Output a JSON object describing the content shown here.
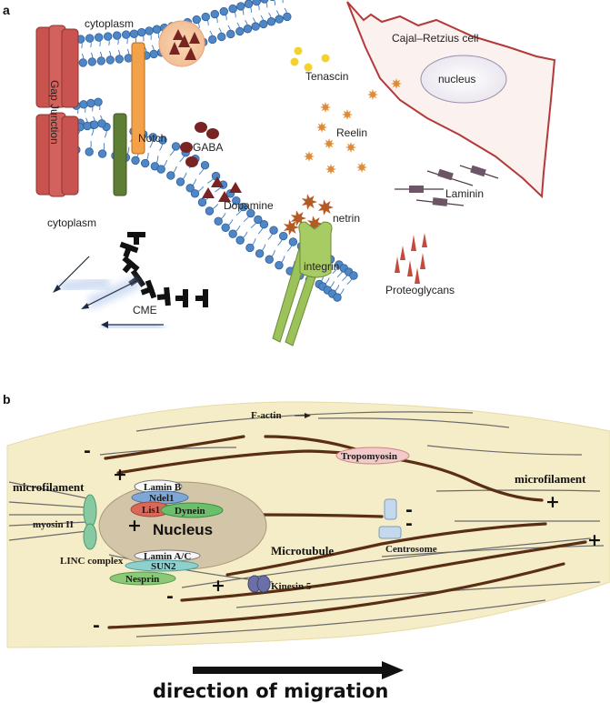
{
  "panel_a": {
    "letter": "a",
    "labels": {
      "cytoplasm_top": "cytoplasm",
      "cytoplasm_left": "cytoplasm",
      "gap_junction": "Gap Junction",
      "notch": "Notch",
      "gaba": "GABA",
      "dopamine": "Dopamine",
      "tenascin": "Tenascin",
      "reelin": "Reelin",
      "netrin": "netrin",
      "laminin": "Laminin",
      "integrin": "integrin",
      "proteoglycans": "Proteoglycans",
      "cme": "CME",
      "cajal_cell": "Cajal–Retzius  cell",
      "nucleus": "nucleus"
    },
    "colors": {
      "lipid_head": "#4f86c6",
      "gap_junction": "#c9534e",
      "notch": "#f4a24a",
      "receptor": "#4e6a2e",
      "gaba": "#7a2323",
      "tenascin": "#f2d22b",
      "reelin": "#e08a35",
      "netrin": "#b35a25",
      "laminin": "#6d5565",
      "integrin": "#9cc25a",
      "proteoglycan": "#c54a3e",
      "cajal_outline": "#b3393a",
      "cajal_fill": "#fbf1ee"
    }
  },
  "panel_b": {
    "letter": "b",
    "labels": {
      "f_actin": "F-actin",
      "tropomyosin": "Tropomyosin",
      "microfilament_left": "microfilament",
      "microfilament_right": "microfilament",
      "myosin": "myosin II",
      "lamin_b": "Lamin B",
      "ndel1": "Ndel1",
      "lis1": "Lis1",
      "dynein": "Dynein",
      "nucleus": "Nucleus",
      "lamin_ac": "Lamin A/C",
      "sun2": "SUN2",
      "nesprin": "Nesprin",
      "linc": "LINC complex",
      "microtubule": "Microtubule",
      "centrosome": "Centrosome",
      "kinesin": "Kinesin 5",
      "plus": "+",
      "minus": "-"
    },
    "colors": {
      "cell_fill": "#f5ecc8",
      "filament": "#5a2e12",
      "nucleus_fill": "#d3c6a8",
      "tropomyosin": "#f3c9c9",
      "lamin_b": "#f7f7f7",
      "ndel1": "#7fa7d6",
      "lis1": "#d9685a",
      "dynein": "#6abf6a",
      "sun2": "#8fd0cd",
      "nesprin": "#8cc87a",
      "myosin": "#86c9a2",
      "centrosome": "#c4d8ee",
      "kinesin": "#6b6fa8"
    }
  },
  "footer": {
    "direction": "direction of migration"
  }
}
